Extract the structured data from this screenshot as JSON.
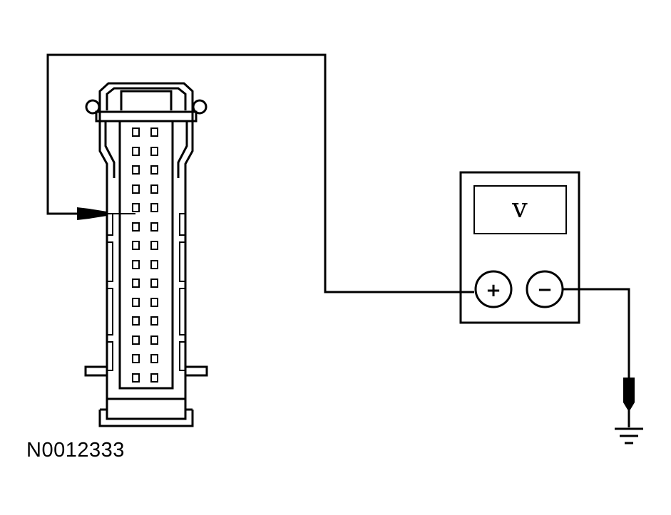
{
  "figure": {
    "id": "N0012333"
  },
  "meter": {
    "display": "v",
    "positive_label": "+",
    "negative_label": "−"
  },
  "connector": {
    "pin_rows": 14,
    "pin_columns": 2,
    "probed_row": 5,
    "probed_column": 1
  }
}
